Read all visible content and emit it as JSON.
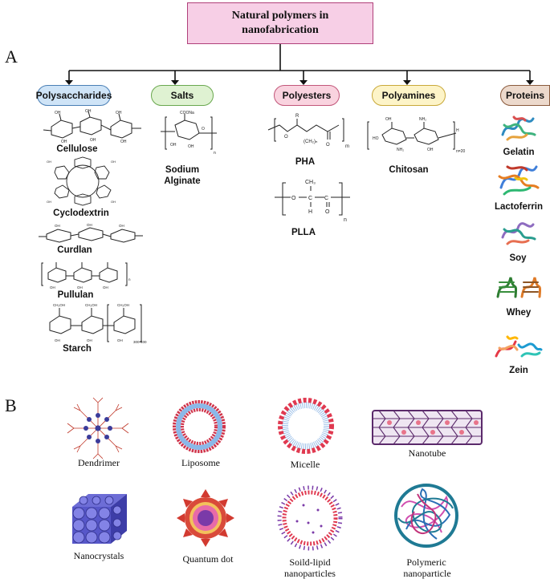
{
  "panel_a": {
    "letter": "A",
    "title": "Natural polymers in nanofabrication",
    "categories": [
      {
        "label": "Polysaccharides",
        "color": "#cfe4f7",
        "border": "#4a7fb5"
      },
      {
        "label": "Salts",
        "color": "#dff2d2",
        "border": "#6aa84f"
      },
      {
        "label": "Polyesters",
        "color": "#f9d3df",
        "border": "#c2577a"
      },
      {
        "label": "Polyamines",
        "color": "#fdf4c8",
        "border": "#c9a93a"
      },
      {
        "label": "Proteins",
        "color": "#ecd9cc",
        "border": "#8a5a3c"
      }
    ],
    "polysaccharides": [
      "Cellulose",
      "Cyclodextrin",
      "Curdlan",
      "Pullulan",
      "Starch"
    ],
    "salts": [
      "Sodium",
      "Alginate"
    ],
    "polyesters": [
      "PHA",
      "PLLA"
    ],
    "polyamines": [
      "Chitosan"
    ],
    "proteins": [
      "Gelatin",
      "Lactoferrin",
      "Soy",
      "Whey",
      "Zein"
    ],
    "structure_text": {
      "coona": "COONa",
      "oh": "OH",
      "n": "n",
      "r": "R",
      "ch2n": "(CH₂)ₙ",
      "m": "m",
      "o": "O",
      "ch3": "CH₃",
      "c": "C",
      "h": "H",
      "ho": "HO",
      "nh2": "NH₂",
      "ch2oh": "CH₂OH",
      "starch_n": "300-400",
      "chitosan_n": "n=20"
    }
  },
  "panel_b": {
    "letter": "B",
    "nanostructures": [
      "Dendrimer",
      "Liposome",
      "Micelle",
      "Nanotube",
      "Nanocrystals",
      "Quantum dot",
      "Soild-lipid\nnanoparticles",
      "Polymeric\nnanoparticle"
    ],
    "labels": {
      "dendrimer": "Dendrimer",
      "liposome": "Liposome",
      "micelle": "Micelle",
      "nanotube": "Nanotube",
      "nanocrystals": "Nanocrystals",
      "quantum_dot": "Quantum dot",
      "solid_lipid_1": "Soild-lipid",
      "solid_lipid_2": "nanoparticles",
      "polymeric_1": "Polymeric",
      "polymeric_2": "nanoparticle"
    }
  }
}
